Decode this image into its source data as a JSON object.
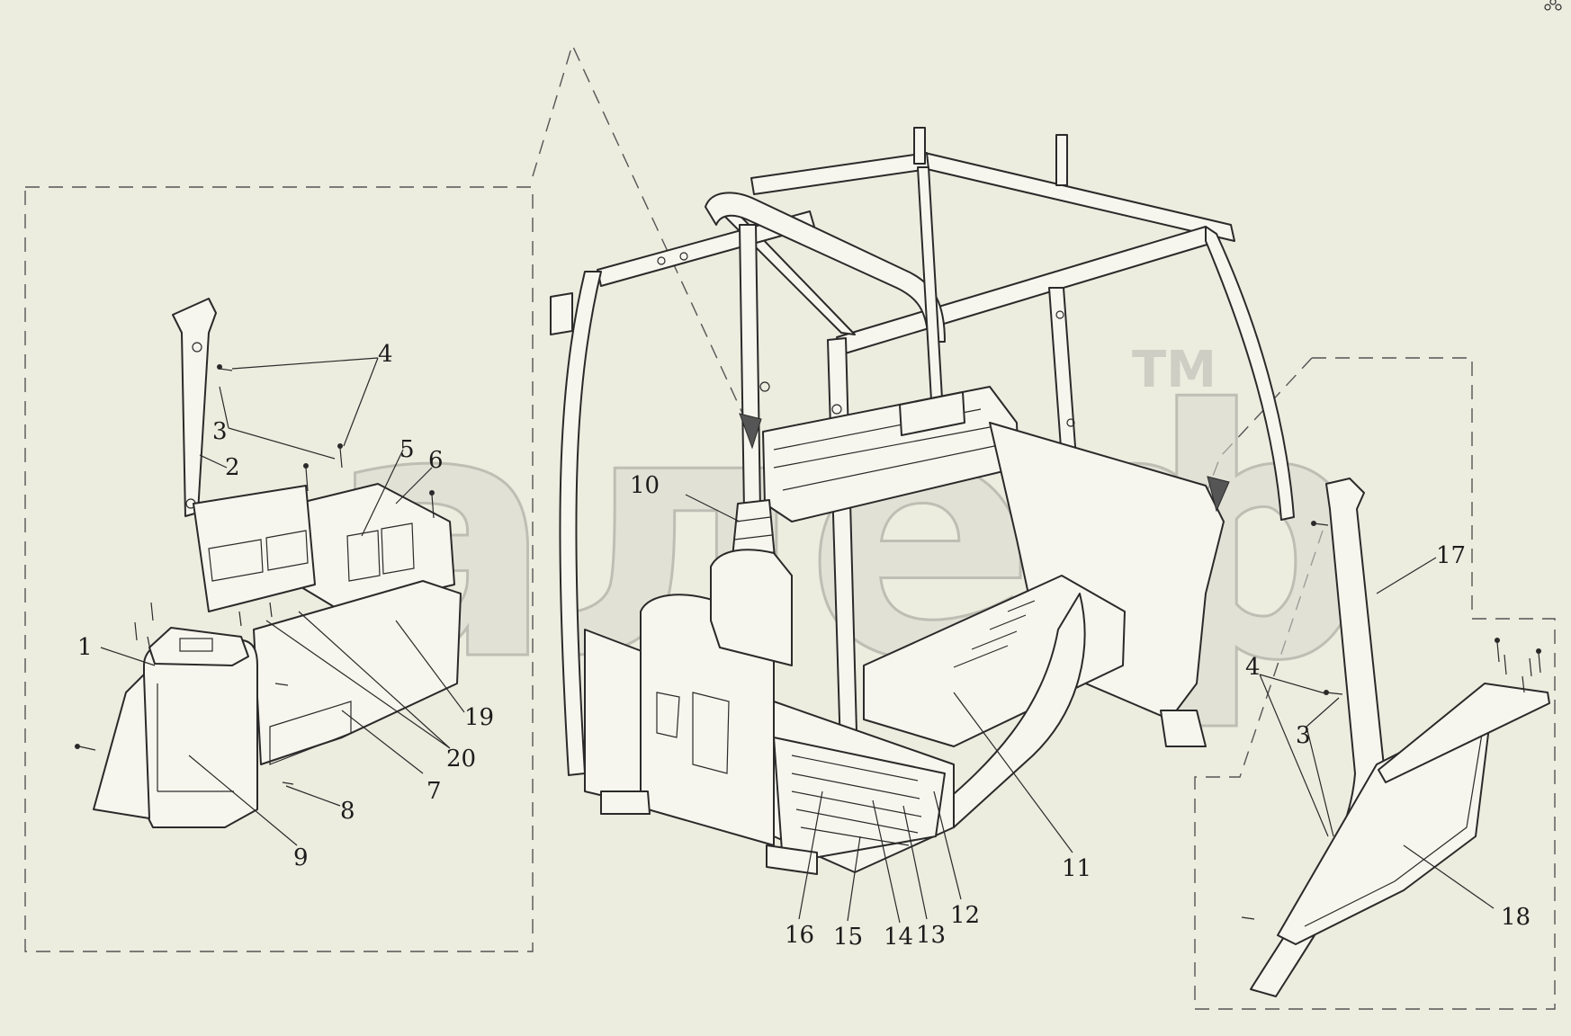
{
  "watermark": {
    "text": "алеф",
    "tm": "TM"
  },
  "callouts": [
    "1",
    "2",
    "3",
    "4",
    "5",
    "6",
    "7",
    "8",
    "9",
    "10",
    "11",
    "12",
    "13",
    "14",
    "15",
    "16",
    "17",
    "18",
    "19",
    "20",
    "4",
    "3"
  ],
  "colors": {
    "background": "#ececdf",
    "line": "#2a2a2a",
    "watermark": "#d9d9cf"
  }
}
